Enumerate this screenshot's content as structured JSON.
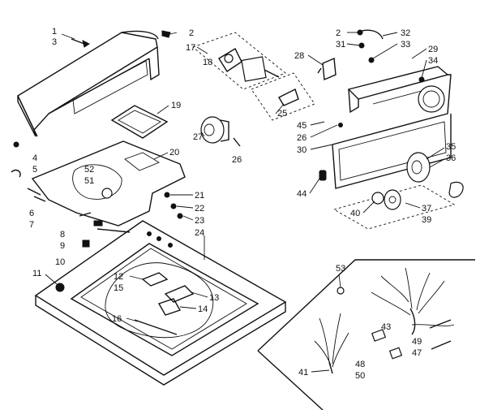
{
  "labels": [
    {
      "id": "l1",
      "text": "1"
    },
    {
      "id": "l3",
      "text": "3"
    },
    {
      "id": "l2a",
      "text": "2"
    },
    {
      "id": "l17",
      "text": "17"
    },
    {
      "id": "l18",
      "text": "18"
    },
    {
      "id": "l2b",
      "text": "2"
    },
    {
      "id": "l32",
      "text": "32"
    },
    {
      "id": "l31",
      "text": "31"
    },
    {
      "id": "l33",
      "text": "33"
    },
    {
      "id": "l28",
      "text": "28"
    },
    {
      "id": "l29",
      "text": "29"
    },
    {
      "id": "l34",
      "text": "34"
    },
    {
      "id": "l19",
      "text": "19"
    },
    {
      "id": "l27",
      "text": "27"
    },
    {
      "id": "l20",
      "text": "20"
    },
    {
      "id": "l26a",
      "text": "26"
    },
    {
      "id": "l25",
      "text": "25"
    },
    {
      "id": "l45",
      "text": "45"
    },
    {
      "id": "l26b",
      "text": "26"
    },
    {
      "id": "l30",
      "text": "30"
    },
    {
      "id": "l35",
      "text": "35"
    },
    {
      "id": "l36",
      "text": "36"
    },
    {
      "id": "l4",
      "text": "4"
    },
    {
      "id": "l5",
      "text": "5"
    },
    {
      "id": "l52",
      "text": "52"
    },
    {
      "id": "l51",
      "text": "51"
    },
    {
      "id": "l21",
      "text": "21"
    },
    {
      "id": "l22",
      "text": "22"
    },
    {
      "id": "l23",
      "text": "23"
    },
    {
      "id": "l24",
      "text": "24"
    },
    {
      "id": "l44",
      "text": "44"
    },
    {
      "id": "l40",
      "text": "40"
    },
    {
      "id": "l37",
      "text": "37"
    },
    {
      "id": "l39",
      "text": "39"
    },
    {
      "id": "l6",
      "text": "6"
    },
    {
      "id": "l7",
      "text": "7"
    },
    {
      "id": "l8",
      "text": "8"
    },
    {
      "id": "l9",
      "text": "9"
    },
    {
      "id": "l10",
      "text": "10"
    },
    {
      "id": "l11",
      "text": "11"
    },
    {
      "id": "l12",
      "text": "12"
    },
    {
      "id": "l15",
      "text": "15"
    },
    {
      "id": "l13",
      "text": "13"
    },
    {
      "id": "l14",
      "text": "14"
    },
    {
      "id": "l16",
      "text": "16"
    },
    {
      "id": "l53",
      "text": "53"
    },
    {
      "id": "l43",
      "text": "43"
    },
    {
      "id": "l49",
      "text": "49"
    },
    {
      "id": "l47",
      "text": "47"
    },
    {
      "id": "l48",
      "text": "48"
    },
    {
      "id": "l50",
      "text": "50"
    },
    {
      "id": "l41",
      "text": "41"
    }
  ]
}
